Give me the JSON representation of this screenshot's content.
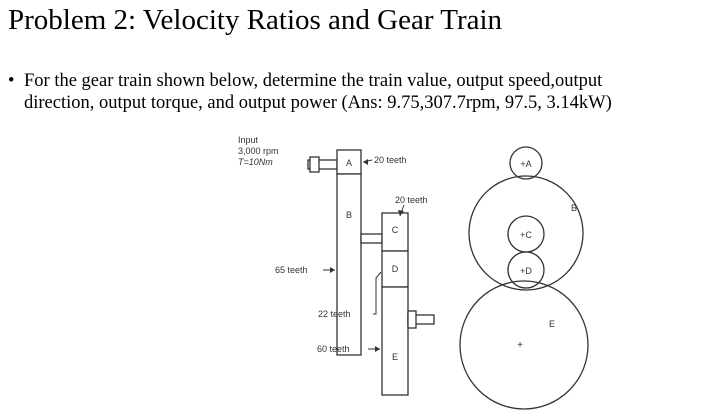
{
  "slide": {
    "title": "Problem 2: Velocity Ratios and Gear Train",
    "bullet": {
      "line1": "For the gear train shown below, determine the train value, output speed,output",
      "line2": "direction, output torque, and output power (Ans: 9.75,307.7rpm, 97.5, 3.14kW)"
    }
  },
  "diagram": {
    "input_label": "Input",
    "input_speed": "3,000 rpm",
    "input_torque": "T=10Nm",
    "gear_a_teeth": "20 teeth",
    "gear_c_teeth": "20 teeth",
    "gear_b_teeth": "65 teeth",
    "gear_d_teeth": "22 teeth",
    "gear_e_teeth": "60 teeth",
    "side_labels": {
      "a": "A",
      "b": "B",
      "c": "C",
      "d": "D",
      "e": "E"
    },
    "front_labels": {
      "a": "+A",
      "b": "B",
      "c": "+C",
      "d": "+D",
      "e": "E"
    }
  }
}
